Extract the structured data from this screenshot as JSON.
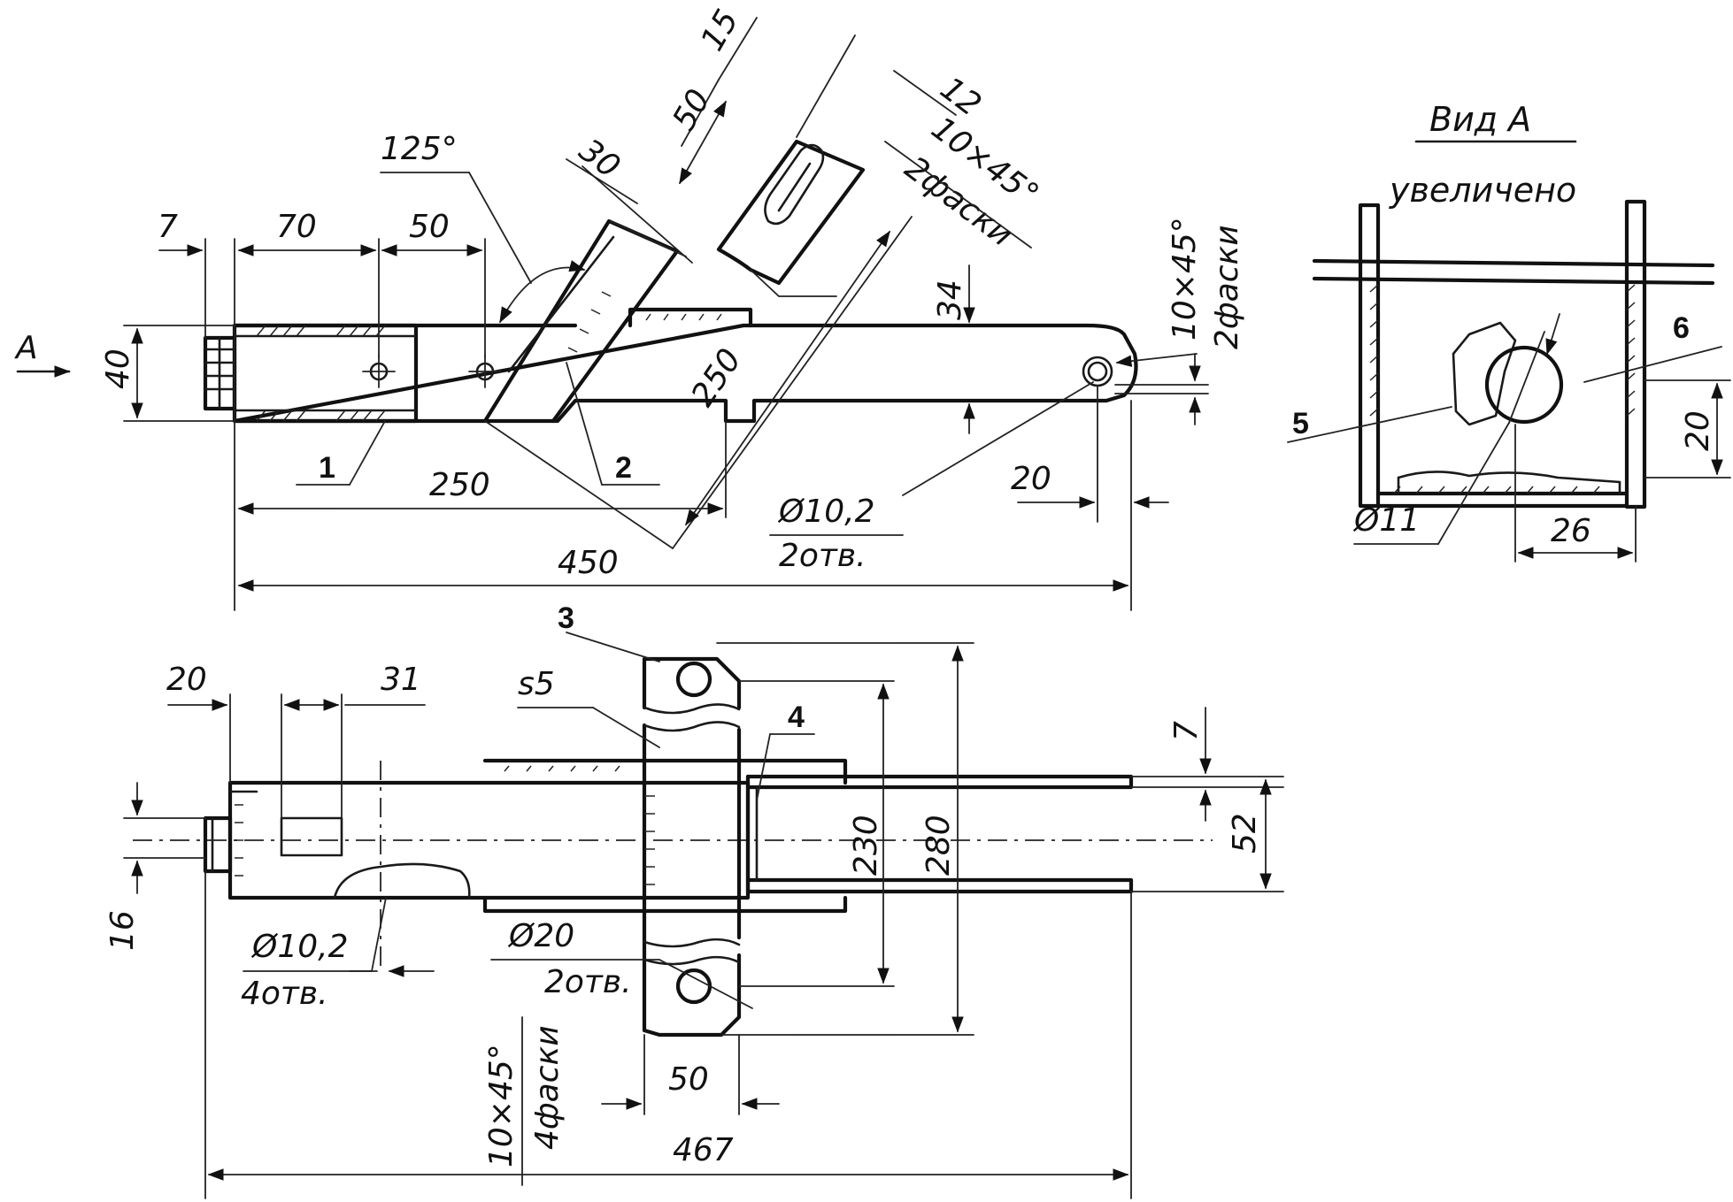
{
  "view_a": {
    "title": "Вид А",
    "subtitle": "увеличено",
    "dims": {
      "dia": "Ø11",
      "w": "26",
      "h": "20"
    },
    "labels": {
      "p5": "5",
      "p6": "6"
    }
  },
  "top_view": {
    "arrow_label": "A",
    "dims": {
      "d7": "7",
      "d70": "70",
      "d50": "50",
      "d40": "40",
      "angle": "125°",
      "d30": "30",
      "d15": "15",
      "d50b": "50",
      "d12": "12",
      "chamfer1a": "10×45°",
      "chamfer1b": "2фаски",
      "d34": "34",
      "chamfer2a": "10×45°",
      "chamfer2b": "2фаски",
      "d250a": "250",
      "d250b": "250",
      "d450": "450",
      "hole_a": "Ø10,2",
      "hole_b": "2отв.",
      "d20": "20"
    },
    "labels": {
      "p1": "1",
      "p2": "2"
    }
  },
  "side_view": {
    "dims": {
      "d20": "20",
      "d31": "31",
      "s5": "s5",
      "d16": "16",
      "hole1a": "Ø10,2",
      "hole1b": "4отв.",
      "hole2a": "Ø20",
      "hole2b": "2отв.",
      "chamfer_a": "10×45°",
      "chamfer_b": "4фаски",
      "d50": "50",
      "d467": "467",
      "d230": "230",
      "d280": "280",
      "d7": "7",
      "d52": "52"
    },
    "labels": {
      "p3": "3",
      "p4": "4"
    }
  }
}
